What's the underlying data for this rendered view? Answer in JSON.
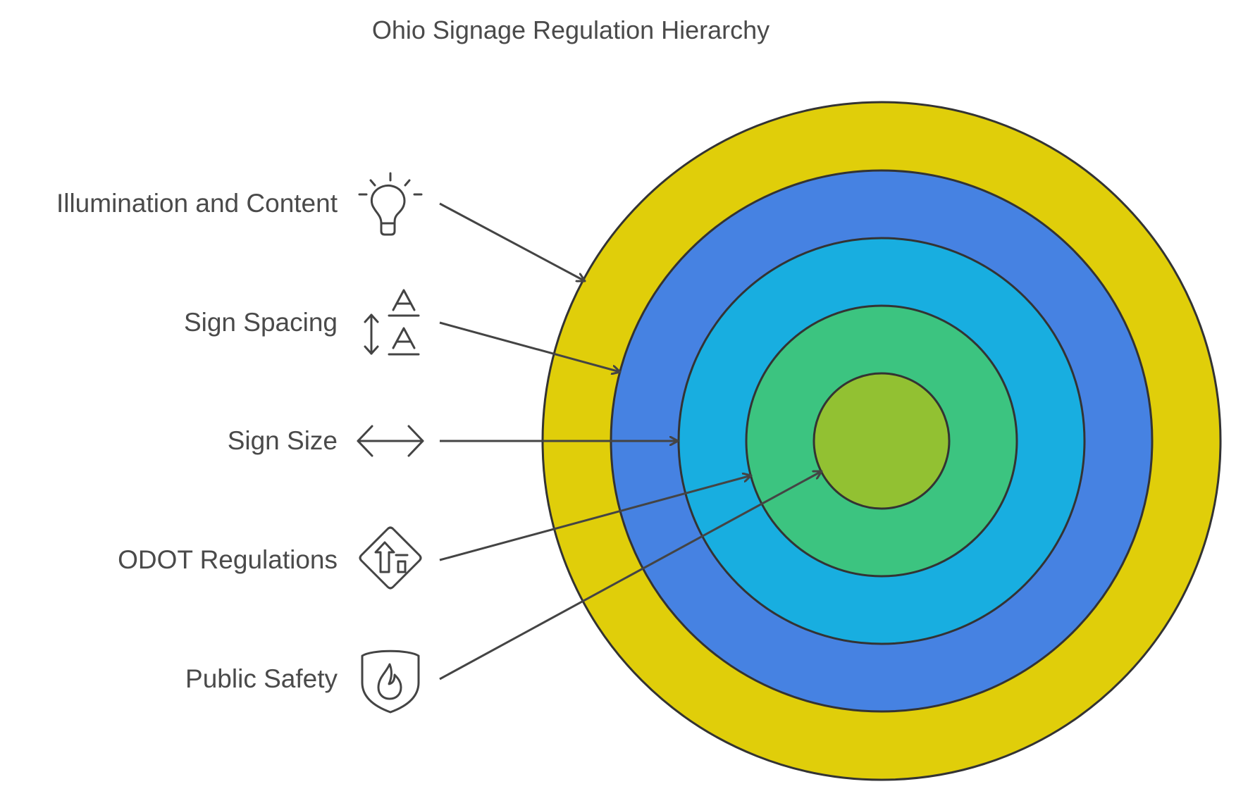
{
  "title": "Ohio Signage Regulation Hierarchy",
  "layers": [
    {
      "label": "Illumination and Content",
      "icon": "lightbulb-icon",
      "color": "#E0CE0A"
    },
    {
      "label": "Sign Spacing",
      "icon": "text-spacing-icon",
      "color": "#4682E2"
    },
    {
      "label": "Sign Size",
      "icon": "double-arrow-horizontal-icon",
      "color": "#18AEE0"
    },
    {
      "label": "ODOT Regulations",
      "icon": "road-sign-icon",
      "color": "#3CC480"
    },
    {
      "label": "Public Safety",
      "icon": "fire-shield-icon",
      "color": "#92C132"
    }
  ]
}
